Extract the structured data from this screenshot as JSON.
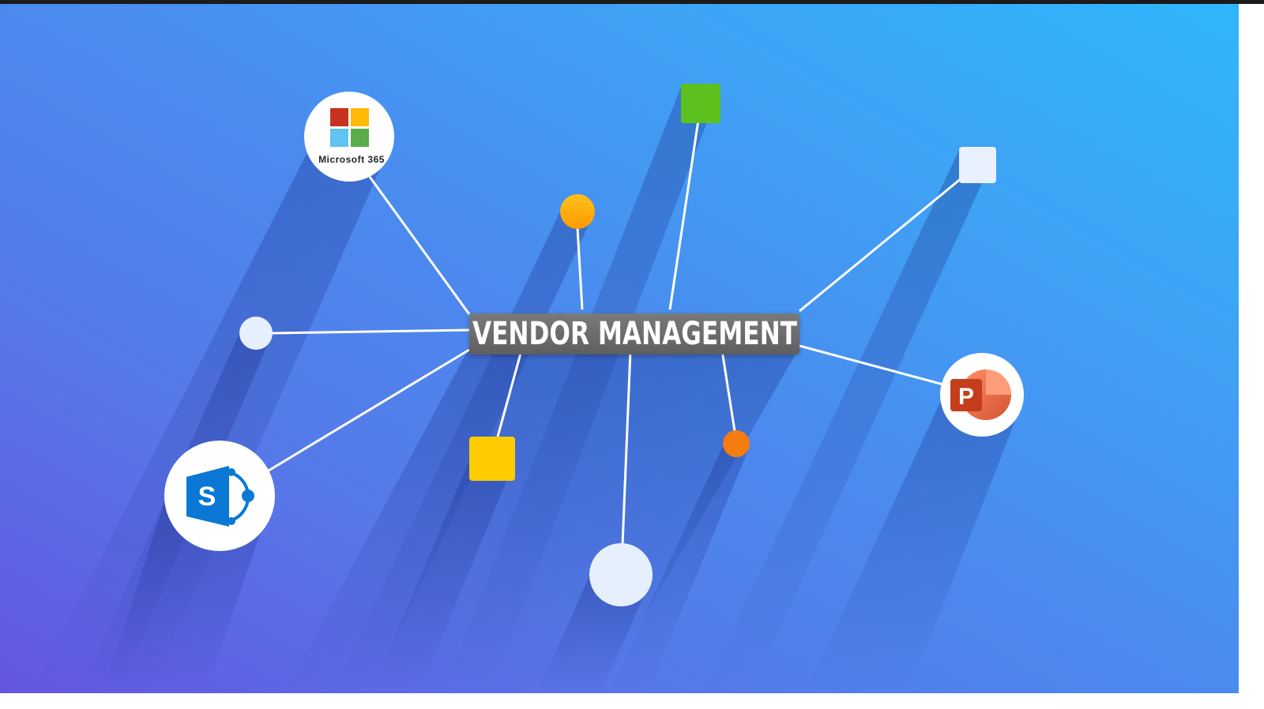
{
  "center_node": {
    "label": "VENDOR MANAGEMENT"
  },
  "nodes": [
    {
      "id": "microsoft-365",
      "kind": "logo-circle",
      "label": "Microsoft 365",
      "icon": "microsoft-365-icon"
    },
    {
      "id": "sharepoint",
      "kind": "logo-circle",
      "label": "",
      "icon": "sharepoint-icon"
    },
    {
      "id": "powerpoint",
      "kind": "logo-circle",
      "label": "",
      "icon": "powerpoint-icon"
    },
    {
      "id": "green-square",
      "kind": "square",
      "color": "#5cc01e"
    },
    {
      "id": "white-square",
      "kind": "square",
      "color": "#e8f1fd"
    },
    {
      "id": "yellow-square",
      "kind": "square",
      "color": "#ffcc00"
    },
    {
      "id": "orange-circle",
      "kind": "circle",
      "color": "#ffb000"
    },
    {
      "id": "small-orange-circle",
      "kind": "circle",
      "color": "#f57c10"
    },
    {
      "id": "small-white-circle",
      "kind": "circle",
      "color": "#e6f0fc"
    },
    {
      "id": "large-white-circle",
      "kind": "circle",
      "color": "#e6f0fc"
    }
  ],
  "colors": {
    "background_top_right": "#2fb6fb",
    "background_bottom_left": "#6456e0",
    "connector": "#ffffff",
    "label_bg": "#6b6b6b"
  }
}
